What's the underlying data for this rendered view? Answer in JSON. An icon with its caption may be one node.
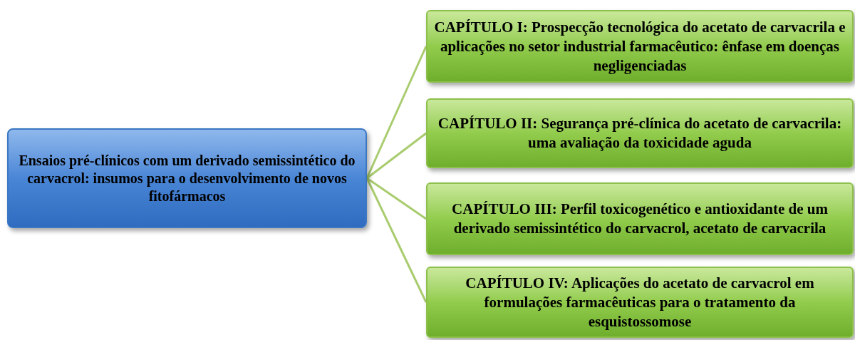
{
  "diagram": {
    "nodes": [
      {
        "text": [
          "Ensaios pré-clínicos com um derivado semissintético do carvacrol: insumos para o desenvolvimento de novos fitofármacos"
        ]
      },
      {
        "text": [
          "**CAPÍTULO I:** Prospecção tecnológica do acetato de carvacrila e aplicações no setor industrial farmacêutico: ênfase em doenças negligenciadas"
        ]
      },
      {
        "text": [
          "**CAPÍTULO II:** Segurança pré-clínica do acetato de carvacrila: uma avaliação da toxicidade aguda"
        ]
      },
      {
        "text": [
          "**CAPÍTULO III:** Perfil toxicogenético e antioxidante de um derivado semissintético do carvacrol, acetato de carvacrila"
        ]
      },
      {
        "text": [
          "**CAPÍTULO IV:** Aplicações do acetato de carvacrol em formulações farmacêuticas para o tratamento da esquistossomose"
        ]
      }
    ],
    "edges": [
      {
        "from": 0,
        "to": 1,
        "arrow": "none"
      },
      {
        "from": 0,
        "to": 2,
        "arrow": "none"
      },
      {
        "from": 0,
        "to": 3,
        "arrow": "none"
      },
      {
        "from": 0,
        "to": 4,
        "arrow": "none"
      }
    ]
  }
}
